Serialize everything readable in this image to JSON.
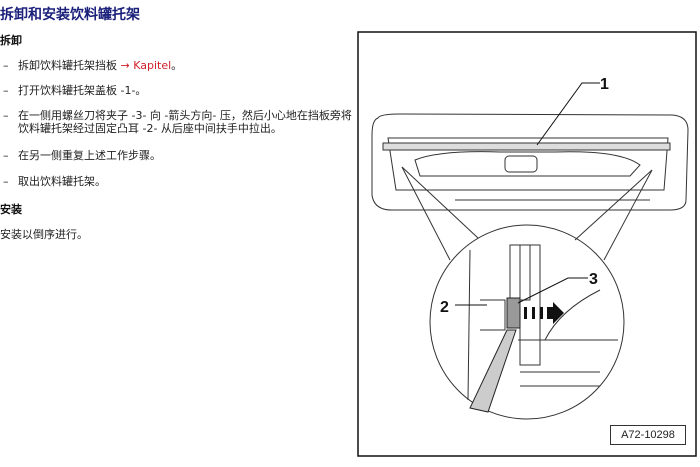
{
  "title": "拆卸和安装饮料罐托架",
  "removal": {
    "heading": "拆卸",
    "steps": [
      {
        "text": "拆卸饮料罐托架挡板 ",
        "link": "→ Kapitel",
        "suffix": "。"
      },
      {
        "text": "打开饮料罐托架盖板 -1-。"
      },
      {
        "text": "在一侧用螺丝刀将夹子 -3- 向 -箭头方向- 压，然后小心地在挡板旁将饮料罐托架经过固定凸耳 -2- 从后座中间扶手中拉出。"
      },
      {
        "text": "在另一侧重复上述工作步骤。"
      },
      {
        "text": "取出饮料罐托架。"
      }
    ],
    "bullet": "–"
  },
  "installation": {
    "heading": "安装",
    "text": "安装以倒序进行。"
  },
  "figure": {
    "labels": [
      "1",
      "2",
      "3"
    ],
    "id": "A72-10298"
  }
}
